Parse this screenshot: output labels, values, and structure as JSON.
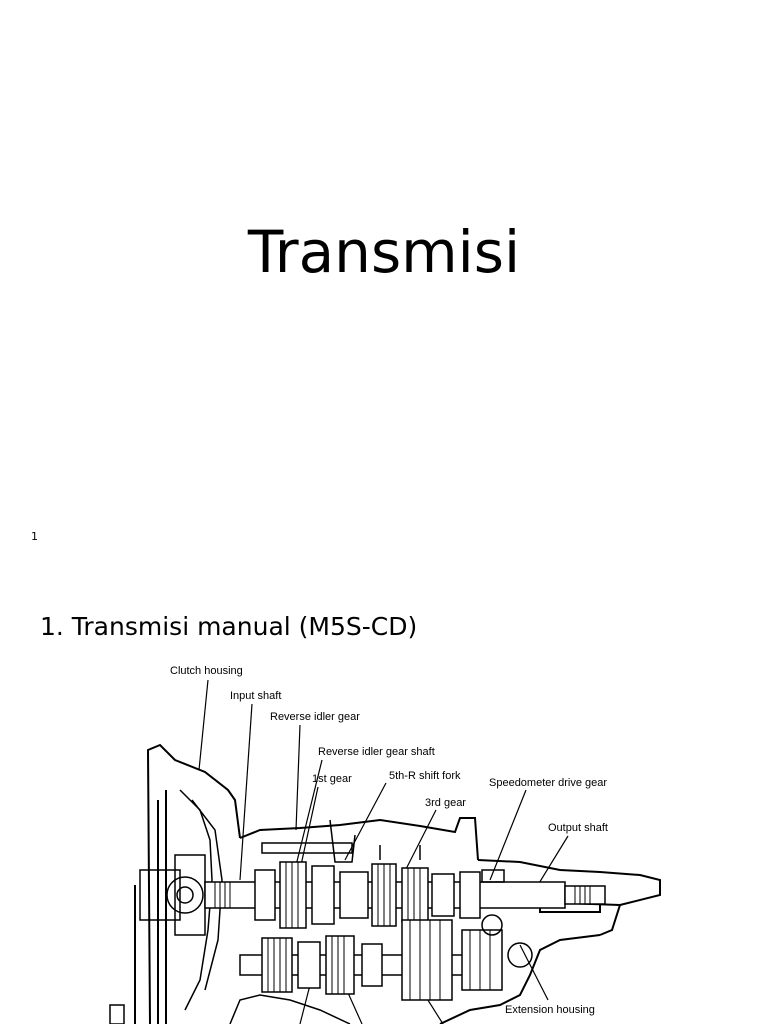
{
  "slide": {
    "title": "Transmisi",
    "page_number": "1"
  },
  "section": {
    "heading": "1. Transmisi manual (M5S-CD)"
  },
  "diagram": {
    "labels": [
      "Clutch housing",
      "Input shaft",
      "Reverse idler gear",
      "Reverse idler gear shaft",
      "1st gear",
      "5th-R shift fork",
      "3rd gear",
      "Speedometer drive gear",
      "Output shaft",
      "Extension housing"
    ]
  }
}
